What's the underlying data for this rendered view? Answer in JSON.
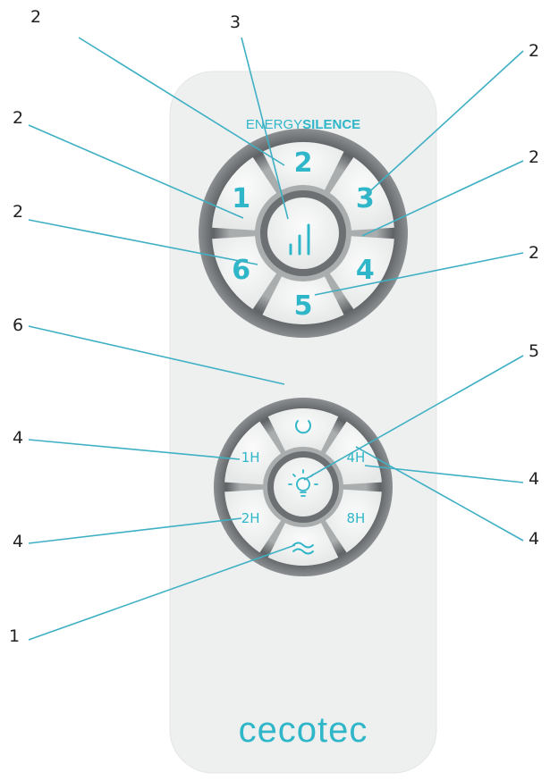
{
  "remote": {
    "brand_thin": "ENERGY",
    "brand_bold": "SILENCE",
    "logo": "cecotec",
    "colors": {
      "accent": "#2fb6c8",
      "body": "#eef0f0",
      "ring": "#6f7375",
      "key": "#f2f3f3",
      "line": "#3fb0c4"
    },
    "speed_pad": {
      "buttons": [
        "1",
        "2",
        "3",
        "4",
        "5",
        "6"
      ],
      "center_icon": "speed-bars-icon"
    },
    "timer_pad": {
      "top_icon": "power-icon",
      "bottom_icon": "wave-mode-icon",
      "center_icon": "light-bulb-icon",
      "buttons": [
        "1H",
        "4H",
        "2H",
        "8H"
      ]
    }
  },
  "callouts": [
    "2",
    "3",
    "2",
    "2",
    "2",
    "2",
    "2",
    "6",
    "5",
    "4",
    "4",
    "4",
    "4",
    "1"
  ]
}
